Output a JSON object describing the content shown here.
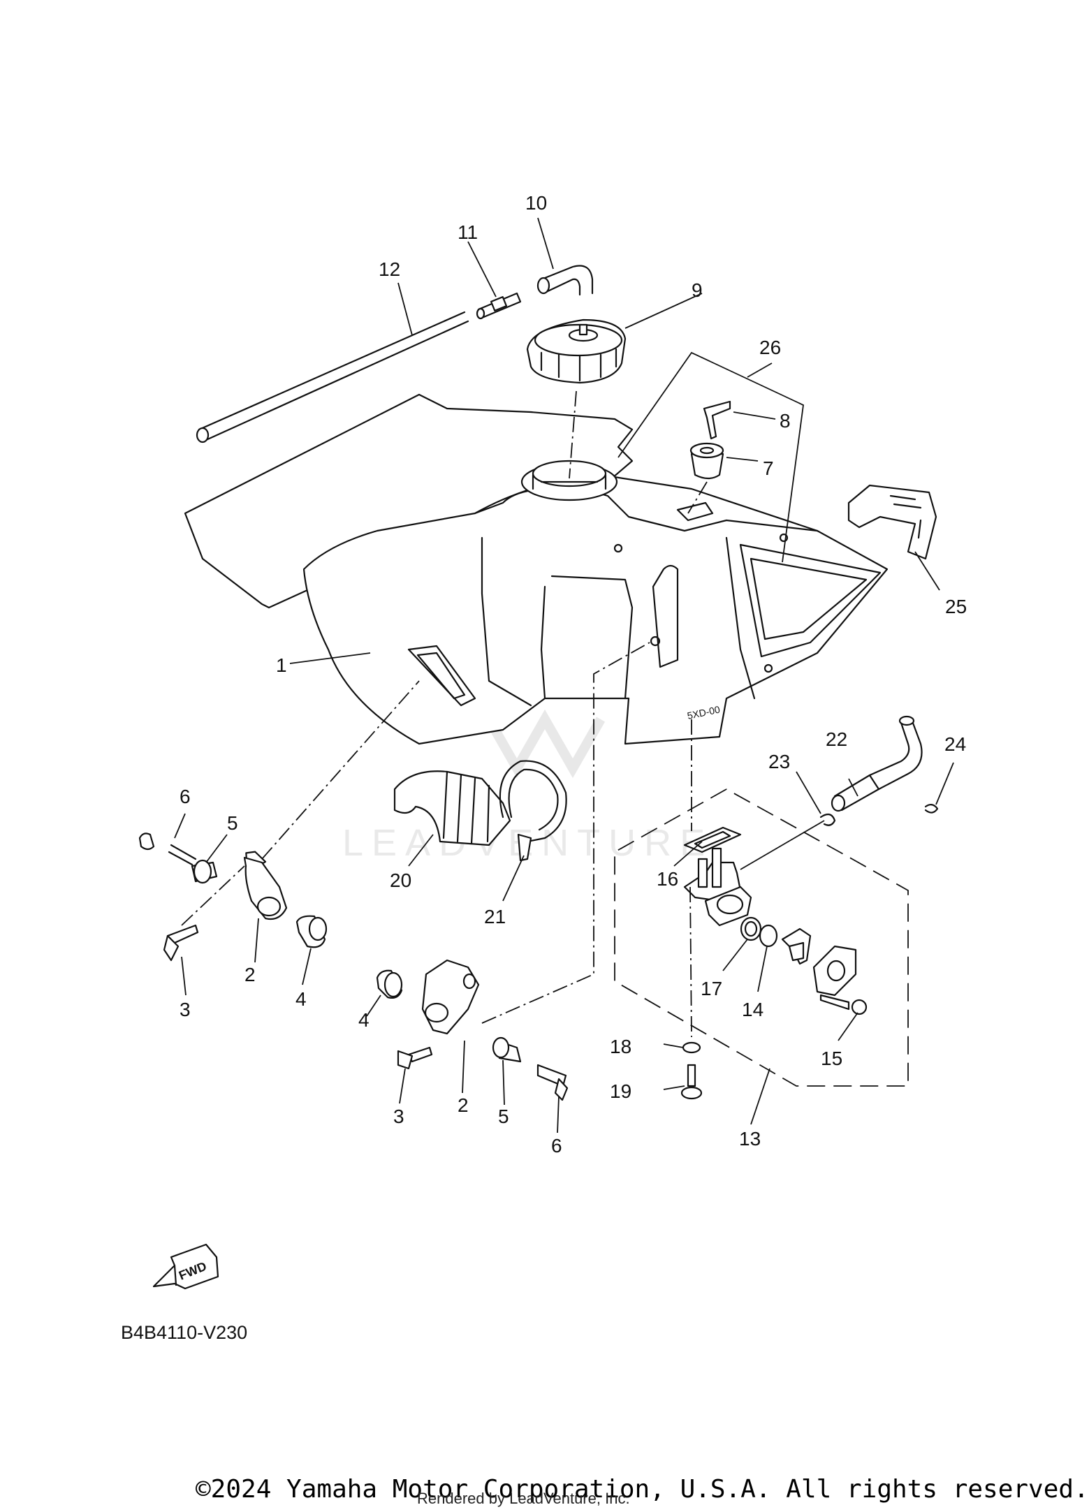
{
  "callouts": [
    {
      "label": "1"
    },
    {
      "label": "2"
    },
    {
      "label": "2"
    },
    {
      "label": "3"
    },
    {
      "label": "3"
    },
    {
      "label": "4"
    },
    {
      "label": "4"
    },
    {
      "label": "5"
    },
    {
      "label": "5"
    },
    {
      "label": "6"
    },
    {
      "label": "6"
    },
    {
      "label": "7"
    },
    {
      "label": "8"
    },
    {
      "label": "9"
    },
    {
      "label": "10"
    },
    {
      "label": "11"
    },
    {
      "label": "12"
    },
    {
      "label": "13"
    },
    {
      "label": "14"
    },
    {
      "label": "15"
    },
    {
      "label": "16"
    },
    {
      "label": "17"
    },
    {
      "label": "18"
    },
    {
      "label": "19"
    },
    {
      "label": "20"
    },
    {
      "label": "21"
    },
    {
      "label": "22"
    },
    {
      "label": "23"
    },
    {
      "label": "24"
    },
    {
      "label": "25"
    },
    {
      "label": "26"
    }
  ],
  "fwd_label": "FWD",
  "diagram_code": "B4B4110-V230",
  "copyright": "©2024 Yamaha Motor Corporation, U.S.A. All rights reserved.",
  "rendered_by": "Rendered by LeadVenture, Inc.",
  "watermark": "LEADVENTURE",
  "tank_marking": "5XD-00"
}
